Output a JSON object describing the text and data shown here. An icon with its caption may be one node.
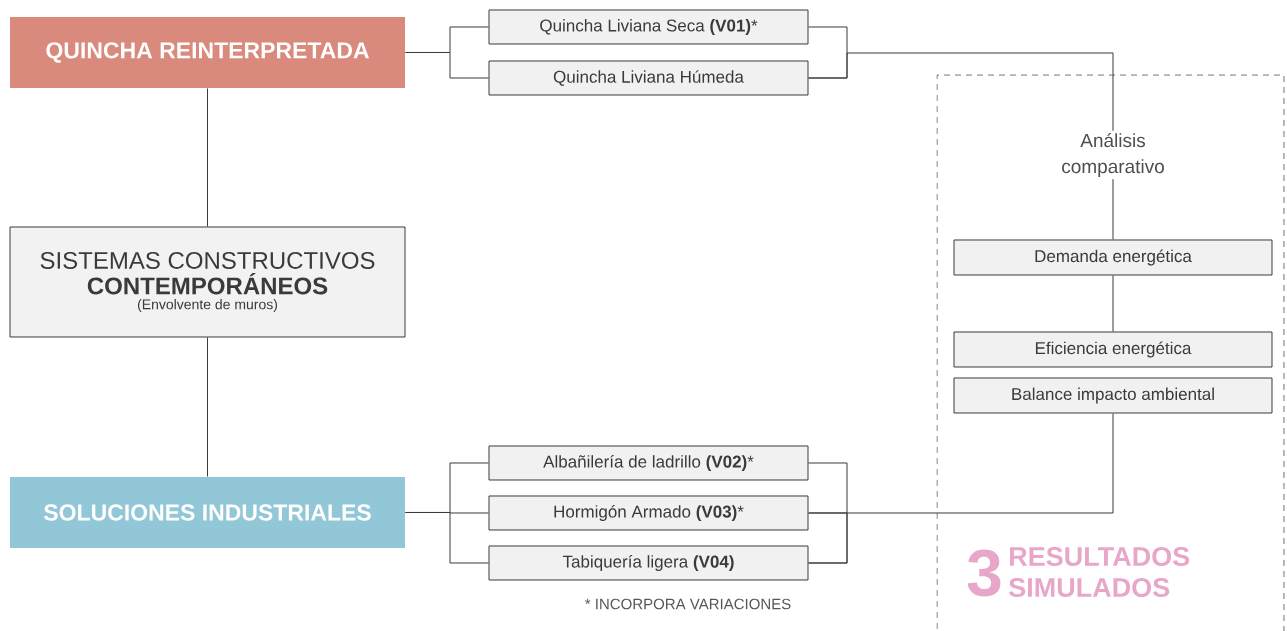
{
  "diagram": {
    "nodes": [
      {
        "text": [
          "QUINCHA REINTERPRETADA"
        ]
      },
      {
        "text": [
          "Quincha Liviana Seca **(V01)***"
        ]
      },
      {
        "text": [
          "Quincha Liviana Húmeda"
        ]
      },
      {
        "text": [
          "SISTEMAS CONSTRUCTIVOS",
          "CONTEMPORÁNEOS",
          "(Envolvente de muros)"
        ]
      },
      {
        "text": [
          "SOLUCIONES INDUSTRIALES"
        ]
      },
      {
        "text": [
          "Albañilería de ladrillo **(V02)***"
        ]
      },
      {
        "text": [
          "Hormigón Armado **(V03)***"
        ]
      },
      {
        "text": [
          "Tabiquería ligera **(V04)**"
        ]
      },
      {
        "text": [
          "3",
          "RESULTADOS SIMULADOS"
        ]
      },
      {
        "text": [
          "Análisis comparativo"
        ],
        "in": 8
      },
      {
        "text": [
          "Demanda energética"
        ],
        "in": 8
      },
      {
        "text": [
          "Eficiencia energética"
        ],
        "in": 8
      },
      {
        "text": [
          "Balance impacto ambiental"
        ],
        "in": 8
      }
    ],
    "edges": [
      {
        "from": 0,
        "to": 3,
        "arrow": "none"
      },
      {
        "from": 3,
        "to": 4,
        "arrow": "none"
      },
      {
        "from": 0,
        "to": 1,
        "arrow": "none"
      },
      {
        "from": 0,
        "to": 2,
        "arrow": "none"
      },
      {
        "from": 4,
        "to": 5,
        "arrow": "none"
      },
      {
        "from": 4,
        "to": 6,
        "arrow": "none"
      },
      {
        "from": 4,
        "to": 7,
        "arrow": "none"
      },
      {
        "from": 1,
        "to": 9,
        "arrow": "none"
      },
      {
        "from": 2,
        "to": 9,
        "arrow": "none"
      },
      {
        "from": 9,
        "to": 10,
        "arrow": "none"
      },
      {
        "from": 10,
        "to": 11,
        "arrow": "none"
      },
      {
        "from": 5,
        "to": 12,
        "arrow": "none"
      },
      {
        "from": 6,
        "to": 12,
        "arrow": "none"
      },
      {
        "from": 7,
        "to": 12,
        "arrow": "none"
      }
    ],
    "labels": [
      "* INCORPORA VARIACIONES"
    ]
  }
}
